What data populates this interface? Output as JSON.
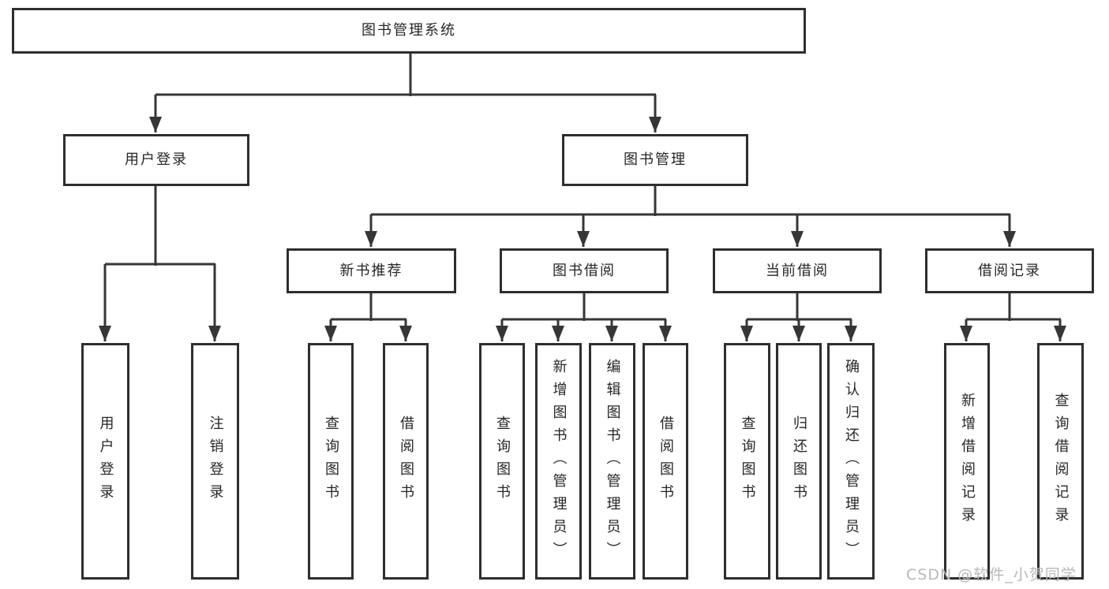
{
  "diagram": {
    "root": "图书管理系统",
    "level2": [
      "用户登录",
      "图书管理"
    ],
    "level3": [
      "新书推荐",
      "图书借阅",
      "当前借阅",
      "借阅记录"
    ],
    "leaves_user_login": [
      "用户登录",
      "注销登录"
    ],
    "leaves_new_books": [
      "查询图书",
      "借阅图书"
    ],
    "leaves_book_borrow": [
      "查询图书",
      "新增图书（管理员）",
      "编辑图书（管理员）",
      "借阅图书"
    ],
    "leaves_current_borrow": [
      "查询图书",
      "归还图书",
      "确认归还（管理员）"
    ],
    "leaves_borrow_records": [
      "新增借阅记录",
      "查询借阅记录"
    ]
  },
  "watermark": "CSDN @软件_小贺同学",
  "colors": {
    "line": "#363636",
    "border": "#2e2e2e",
    "fill": "#ffffff",
    "text": "#262626",
    "watermark": "#b8b8b8"
  }
}
